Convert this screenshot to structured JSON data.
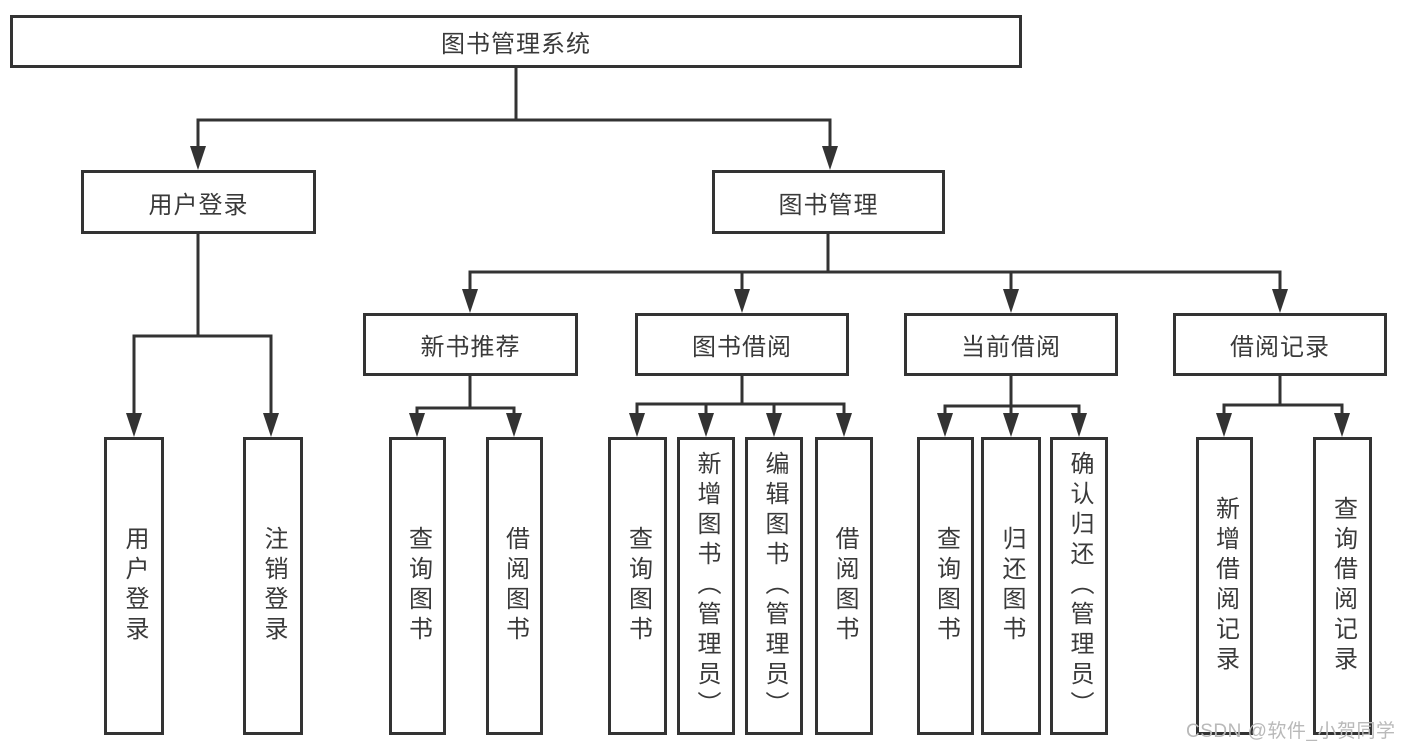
{
  "root": {
    "label": "图书管理系统"
  },
  "branches": [
    {
      "label": "用户登录",
      "leaves": [
        "用户登录",
        "注销登录"
      ]
    },
    {
      "label": "图书管理",
      "sections": [
        {
          "label": "新书推荐",
          "leaves": [
            "查询图书",
            "借阅图书"
          ]
        },
        {
          "label": "图书借阅",
          "leaves": [
            "查询图书",
            "新增图书（管理员）",
            "编辑图书（管理员）",
            "借阅图书"
          ]
        },
        {
          "label": "当前借阅",
          "leaves": [
            "查询图书",
            "归还图书",
            "确认归还（管理员）"
          ]
        },
        {
          "label": "借阅记录",
          "leaves": [
            "新增借阅记录",
            "查询借阅记录"
          ]
        }
      ]
    }
  ],
  "watermark": {
    "text": "CSDN @软件_小贺同学",
    "color": "#b9b9b9"
  },
  "colors": {
    "line": "#333333",
    "text": "#3a3a3a",
    "background": "#ffffff"
  }
}
